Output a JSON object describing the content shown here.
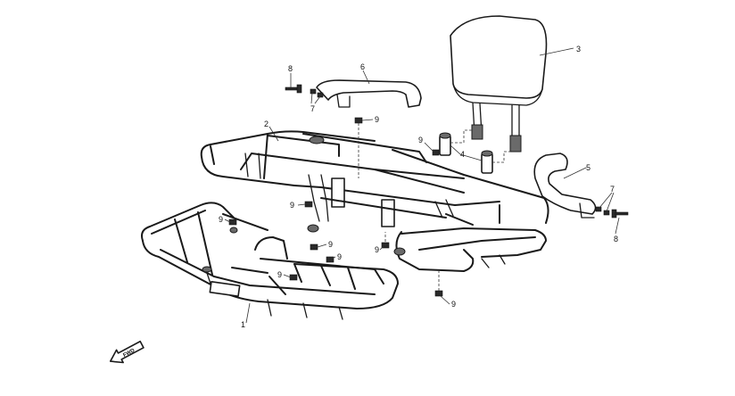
{
  "callouts": {
    "part_1": "1",
    "part_2": "2",
    "part_3": "3",
    "part_4": "4",
    "part_5": "5",
    "part_6": "6",
    "part_7_left": "7",
    "part_7_right": "7",
    "part_8_left": "8",
    "part_8_right": "8",
    "part_9_a": "9",
    "part_9_b": "9",
    "part_9_c": "9",
    "part_9_d": "9",
    "part_9_e": "9",
    "part_9_f": "9",
    "part_9_g": "9",
    "part_9_h": "9"
  },
  "direction_marker": {
    "label": "FWD"
  }
}
